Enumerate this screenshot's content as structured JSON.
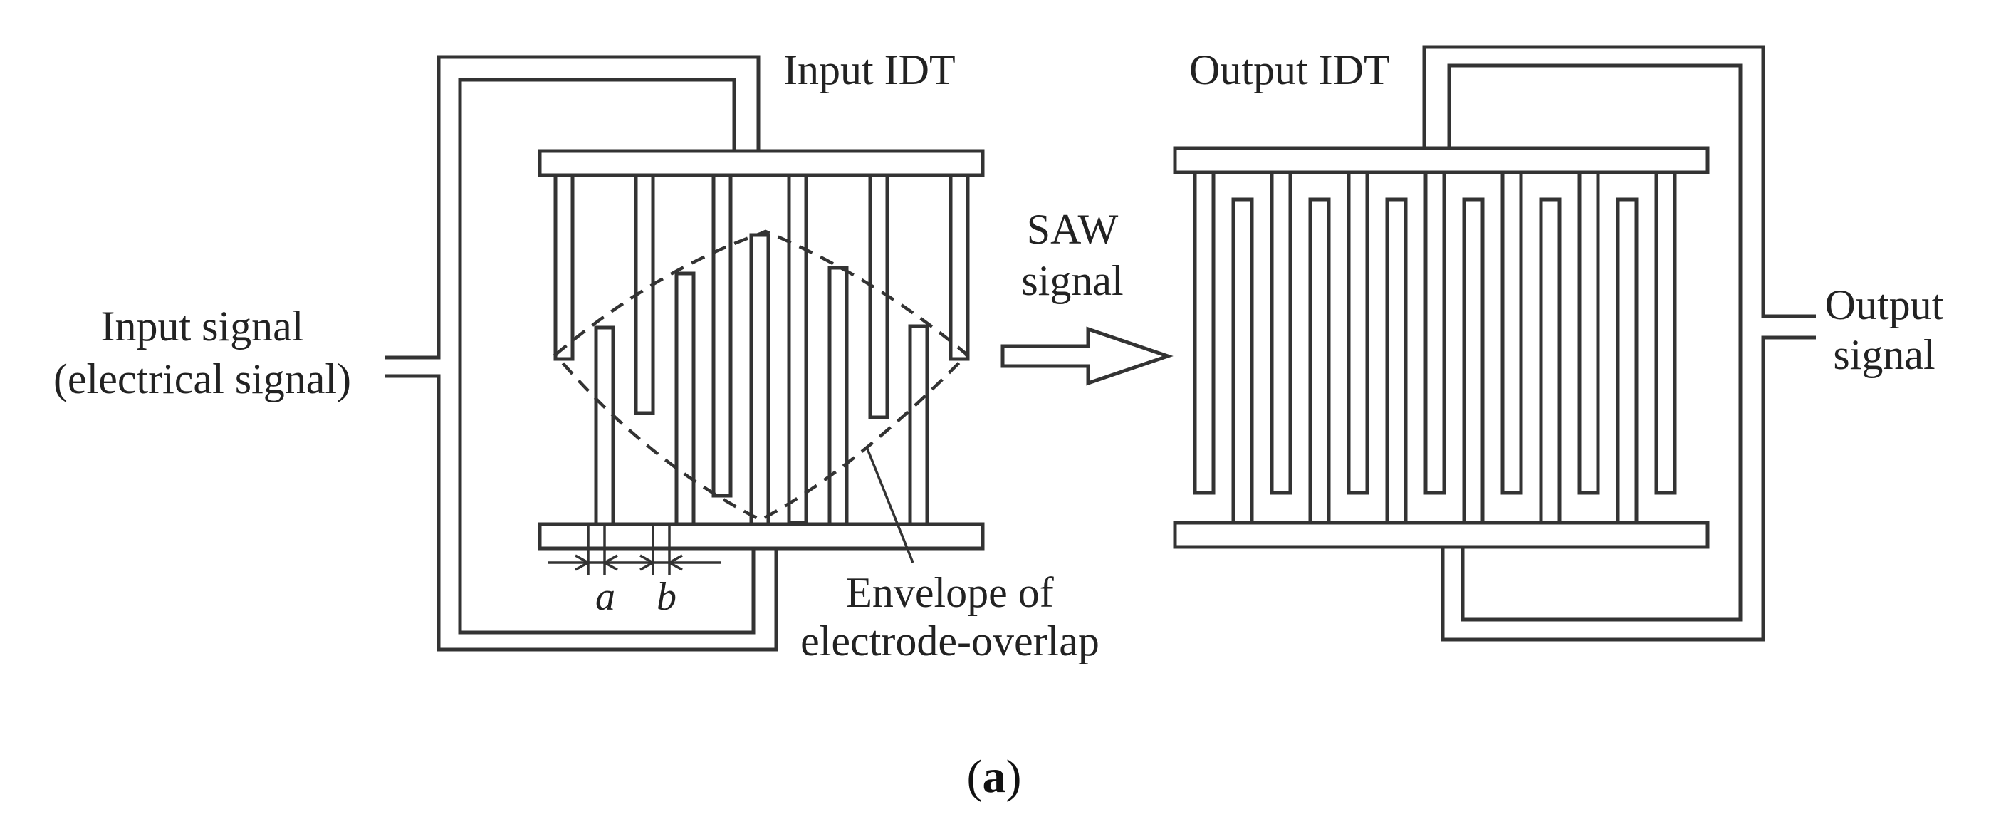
{
  "labels": {
    "input_idt": "Input IDT",
    "output_idt": "Output IDT",
    "saw_line1": "SAW",
    "saw_line2": "signal",
    "input_signal_line1": "Input signal",
    "input_signal_line2": "(electrical signal)",
    "output_signal_line1": "Output",
    "output_signal_line2": "signal",
    "envelope_line1": "Envelope of",
    "envelope_line2": "electrode-overlap",
    "dim_a": "a",
    "dim_b": "b"
  },
  "caption": {
    "open": "(",
    "letter": "a",
    "close": ")"
  }
}
